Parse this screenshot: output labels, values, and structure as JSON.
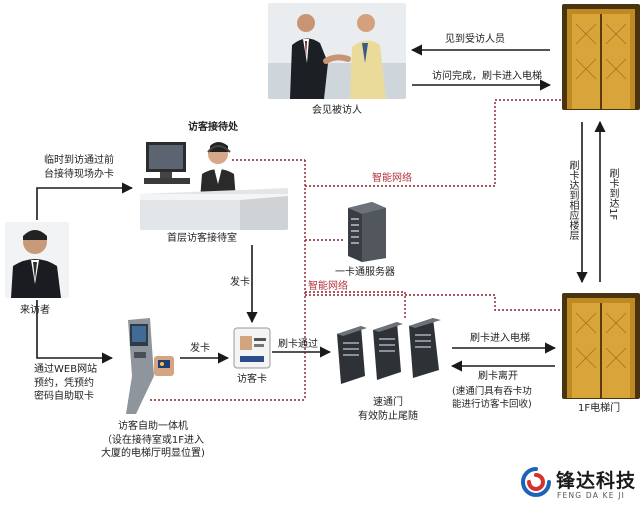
{
  "labels": {
    "meet_visitor": "见到受访人员",
    "visit_done": "访问完成，刷卡进入电梯",
    "meet_interviewee": "会见被访人",
    "reception_title": "访客接待处",
    "temp_visit": "临时到访通过前\n台接待现场办卡",
    "smart_network_1": "智能网络",
    "swipe_to_floor": "刷卡达到相应楼层",
    "swipe_1f": "刷卡到达1F",
    "reception_room": "首层访客接待室",
    "card_server": "一卡通服务器",
    "issue_card_1": "发卡",
    "smart_network_2": "智能网络",
    "visitor": "来访者",
    "web_booking": "通过WEB网站\n预约，凭预约\n密码自助取卡",
    "issue_card_2": "发卡",
    "visitor_card": "访客卡",
    "swipe_pass": "刷卡通过",
    "swipe_enter_elevator": "刷卡进入电梯",
    "swipe_leave": "刷卡离开",
    "gate_name": "速通门\n有效防止尾随",
    "gate_swallow": "(速通门具有吞卡功\n能进行访客卡回收)",
    "elevator_1f": "1F电梯门",
    "kiosk_name": "访客自助一体机\n（设在接待室或1F进入\n大厦的电梯厅明显位置)"
  },
  "logo": {
    "name": "锋达科技",
    "pinyin": "FENG DA KE JI"
  },
  "colors": {
    "arrow": "#1a1a1a",
    "network": "#8f1d2c",
    "logo_blue": "#1f63b6",
    "logo_red": "#d5322d",
    "elevator_gold": "#c08a22"
  },
  "icons": [
    "handshake-photo",
    "elevator-door-icon",
    "receptionist-icon",
    "server-icon",
    "visitor-photo",
    "kiosk-icon",
    "visitor-card-icon",
    "speed-gate-icon",
    "logo-icon"
  ]
}
